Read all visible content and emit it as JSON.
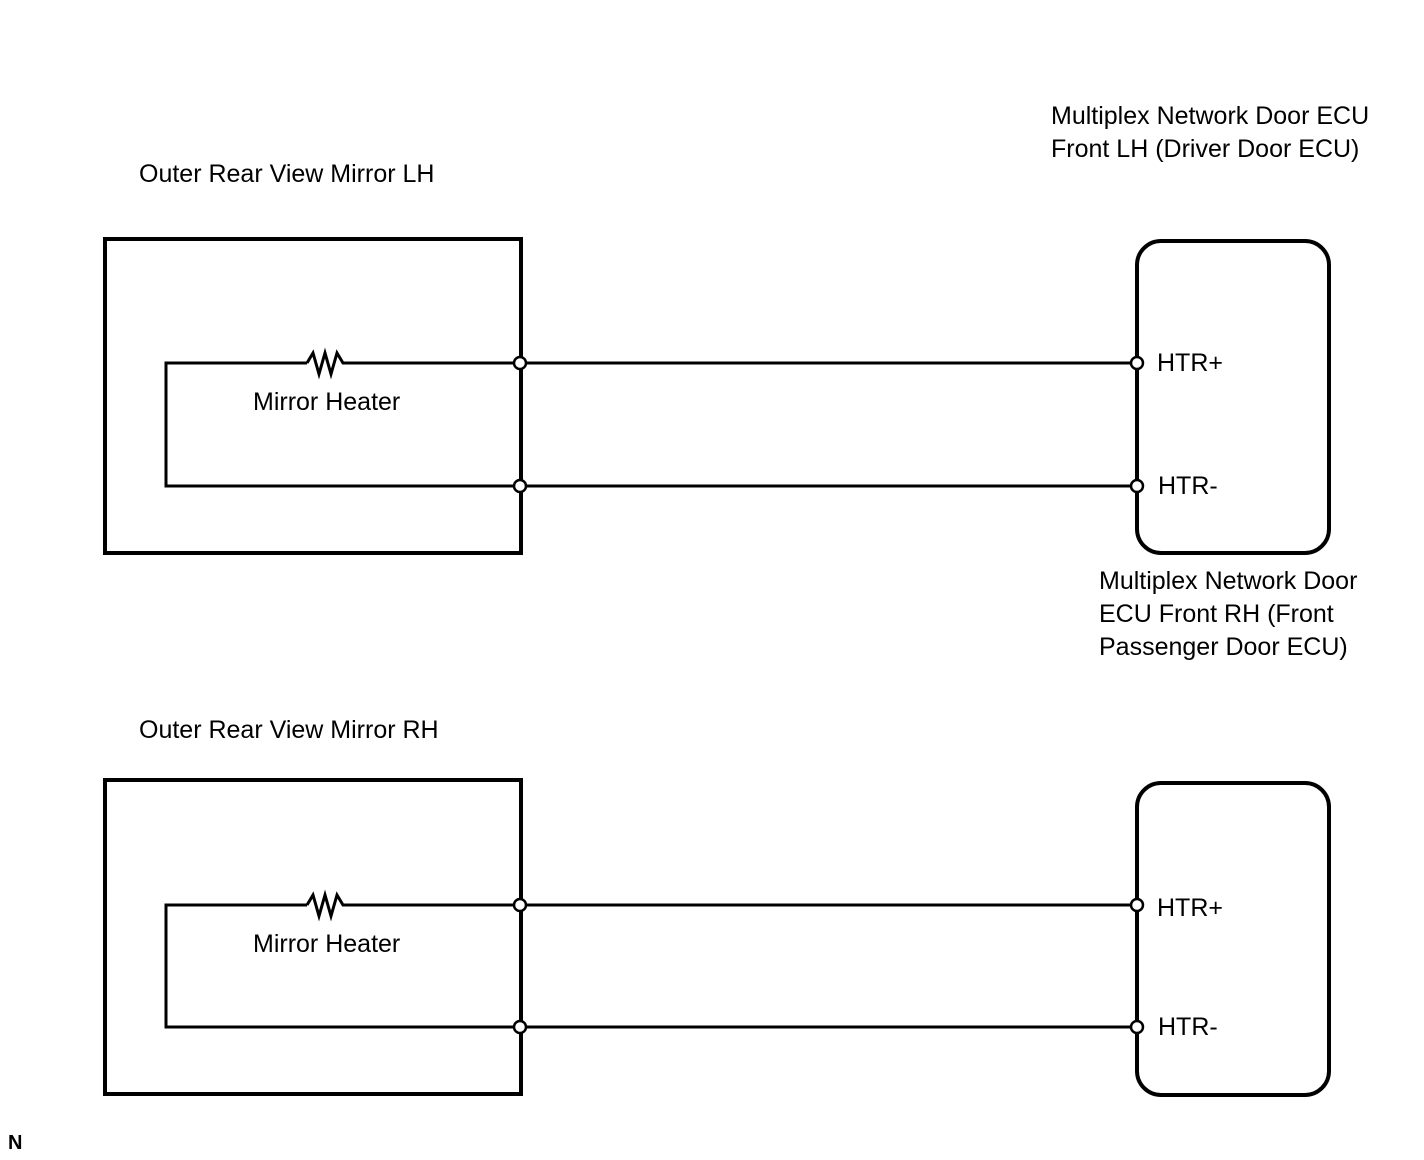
{
  "diagram": {
    "ecu_lh": {
      "label_lines": [
        "Multiplex Network Door ECU",
        "Front LH (Driver Door ECU)"
      ],
      "pin_pos": "HTR+",
      "pin_neg": "HTR-"
    },
    "ecu_rh": {
      "label_lines": [
        "Multiplex Network Door",
        "ECU Front RH (Front",
        "Passenger Door ECU)"
      ],
      "pin_pos": "HTR+",
      "pin_neg": "HTR-"
    },
    "mirror_lh": {
      "label": "Outer Rear View Mirror LH",
      "heater_label": "Mirror Heater"
    },
    "mirror_rh": {
      "label": "Outer Rear View Mirror RH",
      "heater_label": "Mirror Heater"
    },
    "corner_code": "N"
  }
}
